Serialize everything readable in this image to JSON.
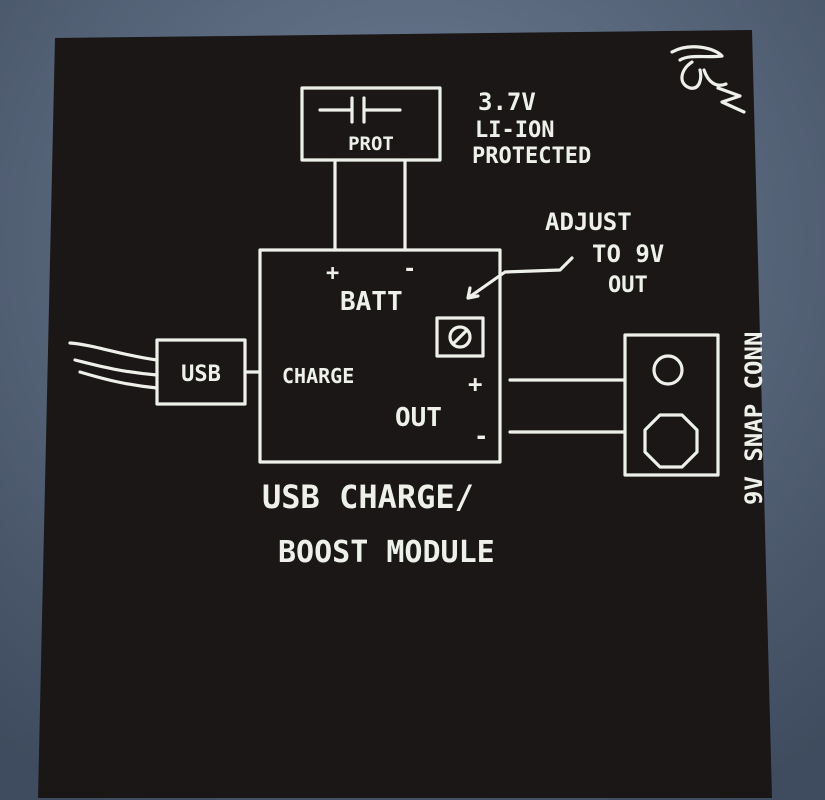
{
  "diagram": {
    "battery": {
      "label": "PROT",
      "note_lines": [
        "3.7V",
        "LI-ION",
        "PROTECTED"
      ],
      "plus": "+",
      "minus": "-"
    },
    "module": {
      "batt_label": "BATT",
      "charge_label": "CHARGE",
      "out_label": "OUT",
      "out_plus": "+",
      "out_minus": "-",
      "caption_lines": [
        "USB CHARGE/",
        "BOOST MODULE"
      ]
    },
    "usb": {
      "label": "USB"
    },
    "adjust_note": [
      "ADJUST",
      "TO 9V",
      "OUT"
    ],
    "snap": {
      "label": "9V SNAP CONN"
    },
    "signature": "signature"
  },
  "colors": {
    "paper": "#1a1716",
    "ink": "#eef0ea",
    "mat": "#5d6b80"
  }
}
